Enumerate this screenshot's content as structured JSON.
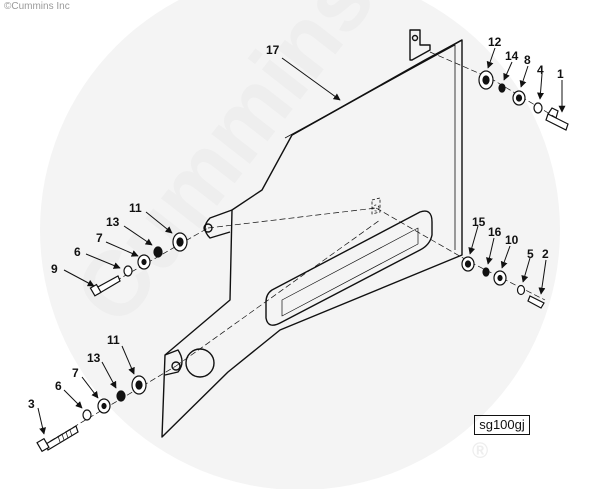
{
  "copyright": "©Cummins Inc",
  "watermark": {
    "text": "Cummins",
    "mark": "®"
  },
  "drawing_code": "sg100gj",
  "callouts": [
    {
      "id": "c17",
      "label": "17"
    },
    {
      "id": "c12",
      "label": "12"
    },
    {
      "id": "c14",
      "label": "14"
    },
    {
      "id": "c8",
      "label": "8"
    },
    {
      "id": "c4",
      "label": "4"
    },
    {
      "id": "c1",
      "label": "1"
    },
    {
      "id": "c15",
      "label": "15"
    },
    {
      "id": "c16",
      "label": "16"
    },
    {
      "id": "c10",
      "label": "10"
    },
    {
      "id": "c5",
      "label": "5"
    },
    {
      "id": "c2",
      "label": "2"
    },
    {
      "id": "c11a",
      "label": "11"
    },
    {
      "id": "c13a",
      "label": "13"
    },
    {
      "id": "c7a",
      "label": "7"
    },
    {
      "id": "c6a",
      "label": "6"
    },
    {
      "id": "c9",
      "label": "9"
    },
    {
      "id": "c11b",
      "label": "11"
    },
    {
      "id": "c13b",
      "label": "13"
    },
    {
      "id": "c7b",
      "label": "7"
    },
    {
      "id": "c6b",
      "label": "6"
    },
    {
      "id": "c3",
      "label": "3"
    }
  ],
  "colors": {
    "line": "#111111",
    "watermark": "#eeeeee",
    "background": "#ffffff"
  }
}
